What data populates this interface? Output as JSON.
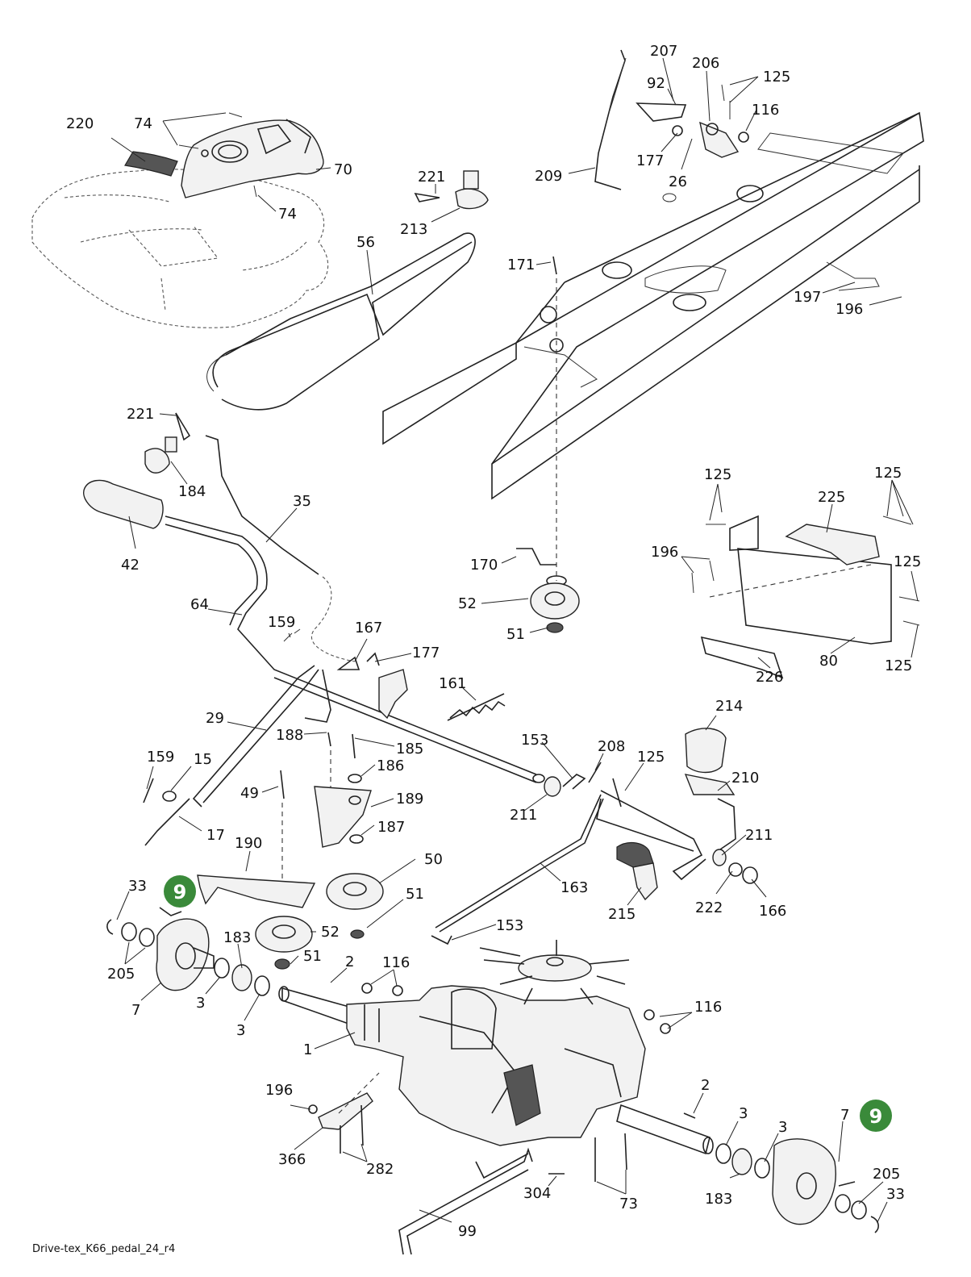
{
  "diagram_id": "Drive-tex_K66_pedal_24_r4",
  "callouts": [
    {
      "label": "220"
    },
    {
      "label": "74"
    },
    {
      "label": "70"
    },
    {
      "label": "74"
    },
    {
      "label": "56"
    },
    {
      "label": "221"
    },
    {
      "label": "213"
    },
    {
      "label": "207"
    },
    {
      "label": "92"
    },
    {
      "label": "206"
    },
    {
      "label": "125"
    },
    {
      "label": "116"
    },
    {
      "label": "177"
    },
    {
      "label": "26"
    },
    {
      "label": "209"
    },
    {
      "label": "171"
    },
    {
      "label": "197"
    },
    {
      "label": "196"
    },
    {
      "label": "221"
    },
    {
      "label": "184"
    },
    {
      "label": "35"
    },
    {
      "label": "42"
    },
    {
      "label": "64"
    },
    {
      "label": "170"
    },
    {
      "label": "52"
    },
    {
      "label": "51"
    },
    {
      "label": "125"
    },
    {
      "label": "225"
    },
    {
      "label": "125"
    },
    {
      "label": "196"
    },
    {
      "label": "125"
    },
    {
      "label": "125"
    },
    {
      "label": "80"
    },
    {
      "label": "226"
    },
    {
      "label": "159"
    },
    {
      "label": "167"
    },
    {
      "label": "177"
    },
    {
      "label": "161"
    },
    {
      "label": "29"
    },
    {
      "label": "188"
    },
    {
      "label": "185"
    },
    {
      "label": "186"
    },
    {
      "label": "214"
    },
    {
      "label": "153"
    },
    {
      "label": "208"
    },
    {
      "label": "125"
    },
    {
      "label": "210"
    },
    {
      "label": "159"
    },
    {
      "label": "15"
    },
    {
      "label": "49"
    },
    {
      "label": "189"
    },
    {
      "label": "211"
    },
    {
      "label": "187"
    },
    {
      "label": "17"
    },
    {
      "label": "211"
    },
    {
      "label": "190"
    },
    {
      "label": "50"
    },
    {
      "label": "163"
    },
    {
      "label": "33"
    },
    {
      "label": "51"
    },
    {
      "label": "215"
    },
    {
      "label": "222"
    },
    {
      "label": "166"
    },
    {
      "label": "153"
    },
    {
      "label": "52"
    },
    {
      "label": "183"
    },
    {
      "label": "205"
    },
    {
      "label": "51"
    },
    {
      "label": "2"
    },
    {
      "label": "116"
    },
    {
      "label": "7"
    },
    {
      "label": "3"
    },
    {
      "label": "3"
    },
    {
      "label": "116"
    },
    {
      "label": "1"
    },
    {
      "label": "196"
    },
    {
      "label": "2"
    },
    {
      "label": "3"
    },
    {
      "label": "7"
    },
    {
      "label": "3"
    },
    {
      "label": "366"
    },
    {
      "label": "282"
    },
    {
      "label": "205"
    },
    {
      "label": "183"
    },
    {
      "label": "33"
    },
    {
      "label": "304"
    },
    {
      "label": "73"
    },
    {
      "label": "99"
    }
  ],
  "badges": [
    {
      "label": "9"
    },
    {
      "label": "9"
    }
  ],
  "colors": {
    "badge": "#3a8a3a",
    "line": "#222222",
    "background": "#ffffff"
  }
}
